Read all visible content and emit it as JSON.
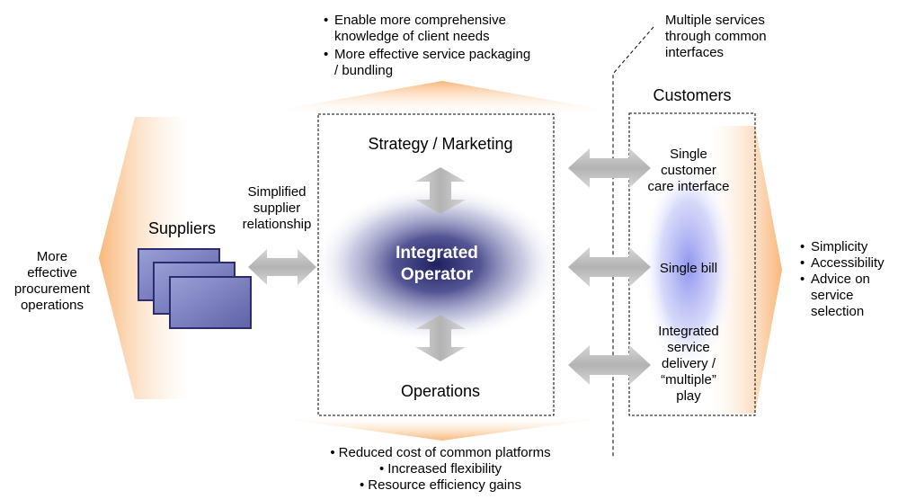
{
  "top_bullets": [
    "Enable more comprehensive knowledge of client needs",
    "More effective service packaging / bundling"
  ],
  "top_bullets_lines": [
    [
      "Enable more comprehensive",
      "knowledge of client needs"
    ],
    [
      "More effective service packaging",
      "/ bundling"
    ]
  ],
  "top_right_note": [
    "Multiple services",
    "through common",
    "interfaces"
  ],
  "left_label": [
    "More",
    "effective",
    "procurement",
    "operations"
  ],
  "suppliers": "Suppliers",
  "supplier_relationship": [
    "Simplified",
    "supplier",
    "relationship"
  ],
  "operator": {
    "strategy": "Strategy / Marketing",
    "core": [
      "Integrated",
      "Operator"
    ],
    "operations": "Operations"
  },
  "customers": {
    "title": "Customers",
    "care": [
      "Single",
      "customer",
      "care interface"
    ],
    "bill": "Single bill",
    "delivery": [
      "Integrated",
      "service",
      "delivery /",
      "“multiple”",
      "play"
    ]
  },
  "right_bullets": [
    "Simplicity",
    "Accessibility",
    "Advice on service selection"
  ],
  "right_bullets_lines": [
    [
      "Simplicity"
    ],
    [
      "Accessibility"
    ],
    [
      "Advice on",
      "service",
      "selection"
    ]
  ],
  "bottom_bullets": [
    "Reduced cost of common platforms",
    "Increased flexibility",
    "Resource efficiency gains"
  ],
  "colors": {
    "orange": "#fbc58f",
    "arrow": "#c9c9c9",
    "doc_fill": "#7b7fbd",
    "doc_border": "#2b2e6e",
    "operator_glow": "#2e2e6e",
    "customer_glow": "#9aa0ee"
  }
}
